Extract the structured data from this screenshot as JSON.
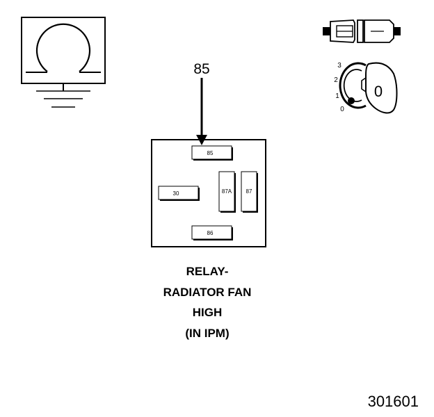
{
  "pin_callout": "85",
  "relay": {
    "pins": {
      "p85": "85",
      "p30": "30",
      "p87a": "87A",
      "p87": "87",
      "p86": "86"
    }
  },
  "caption": {
    "line1": "RELAY-",
    "line2": "RADIATOR FAN",
    "line3": "HIGH",
    "line4": "(IN IPM)"
  },
  "ignition": {
    "positions": [
      "3",
      "2",
      "1",
      "0"
    ],
    "key_label": "0"
  },
  "figure_number": "301601"
}
